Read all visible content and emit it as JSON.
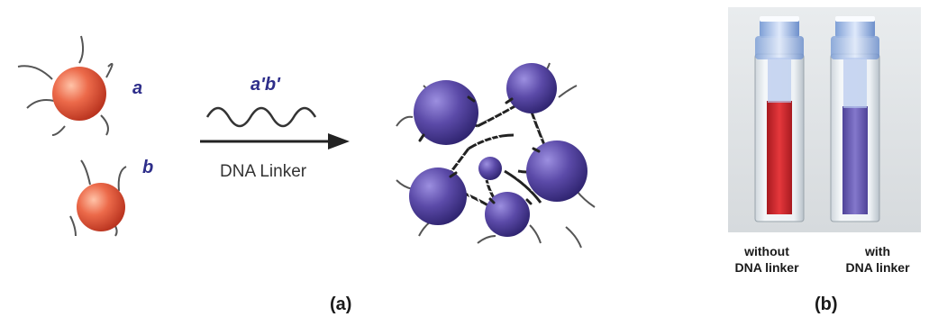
{
  "panel_a": {
    "particle_a_label": "a",
    "particle_b_label": "b",
    "linker_label": "a'b'",
    "arrow_caption": "DNA Linker",
    "caption": "(a)"
  },
  "panel_b": {
    "left_vial_line1": "without",
    "left_vial_line2": "DNA linker",
    "right_vial_line1": "with",
    "right_vial_line2": "DNA linker",
    "caption": "(b)"
  },
  "colors": {
    "gold_particle": "#e2553a",
    "aggregate_particle": "#5b4aa8",
    "red_solution": "#d8262c",
    "purple_solution": "#6b5fb8"
  }
}
